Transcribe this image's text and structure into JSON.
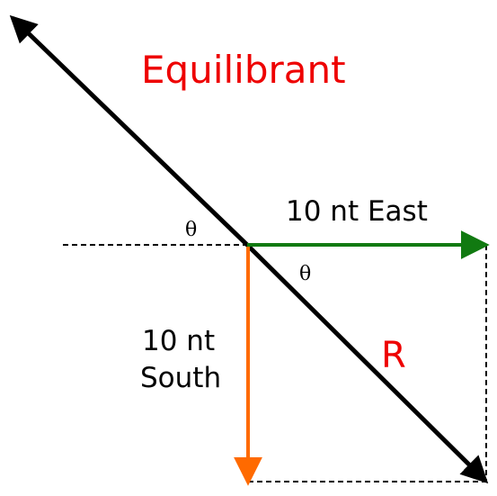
{
  "labels": {
    "equilibrant": "Equilibrant",
    "east": "10 nt East",
    "south_line1": "10 nt",
    "south_line2": "South",
    "resultant": "R",
    "theta_left": "θ",
    "theta_right": "θ"
  },
  "colors": {
    "background": "#ffffff",
    "equilibrant_label": "#ee0000",
    "resultant_label": "#ee0000",
    "east_vector": "#117a11",
    "south_vector": "#ff6a00",
    "diagonal_vector": "#000000",
    "guide_lines": "#000000",
    "text": "#000000"
  }
}
